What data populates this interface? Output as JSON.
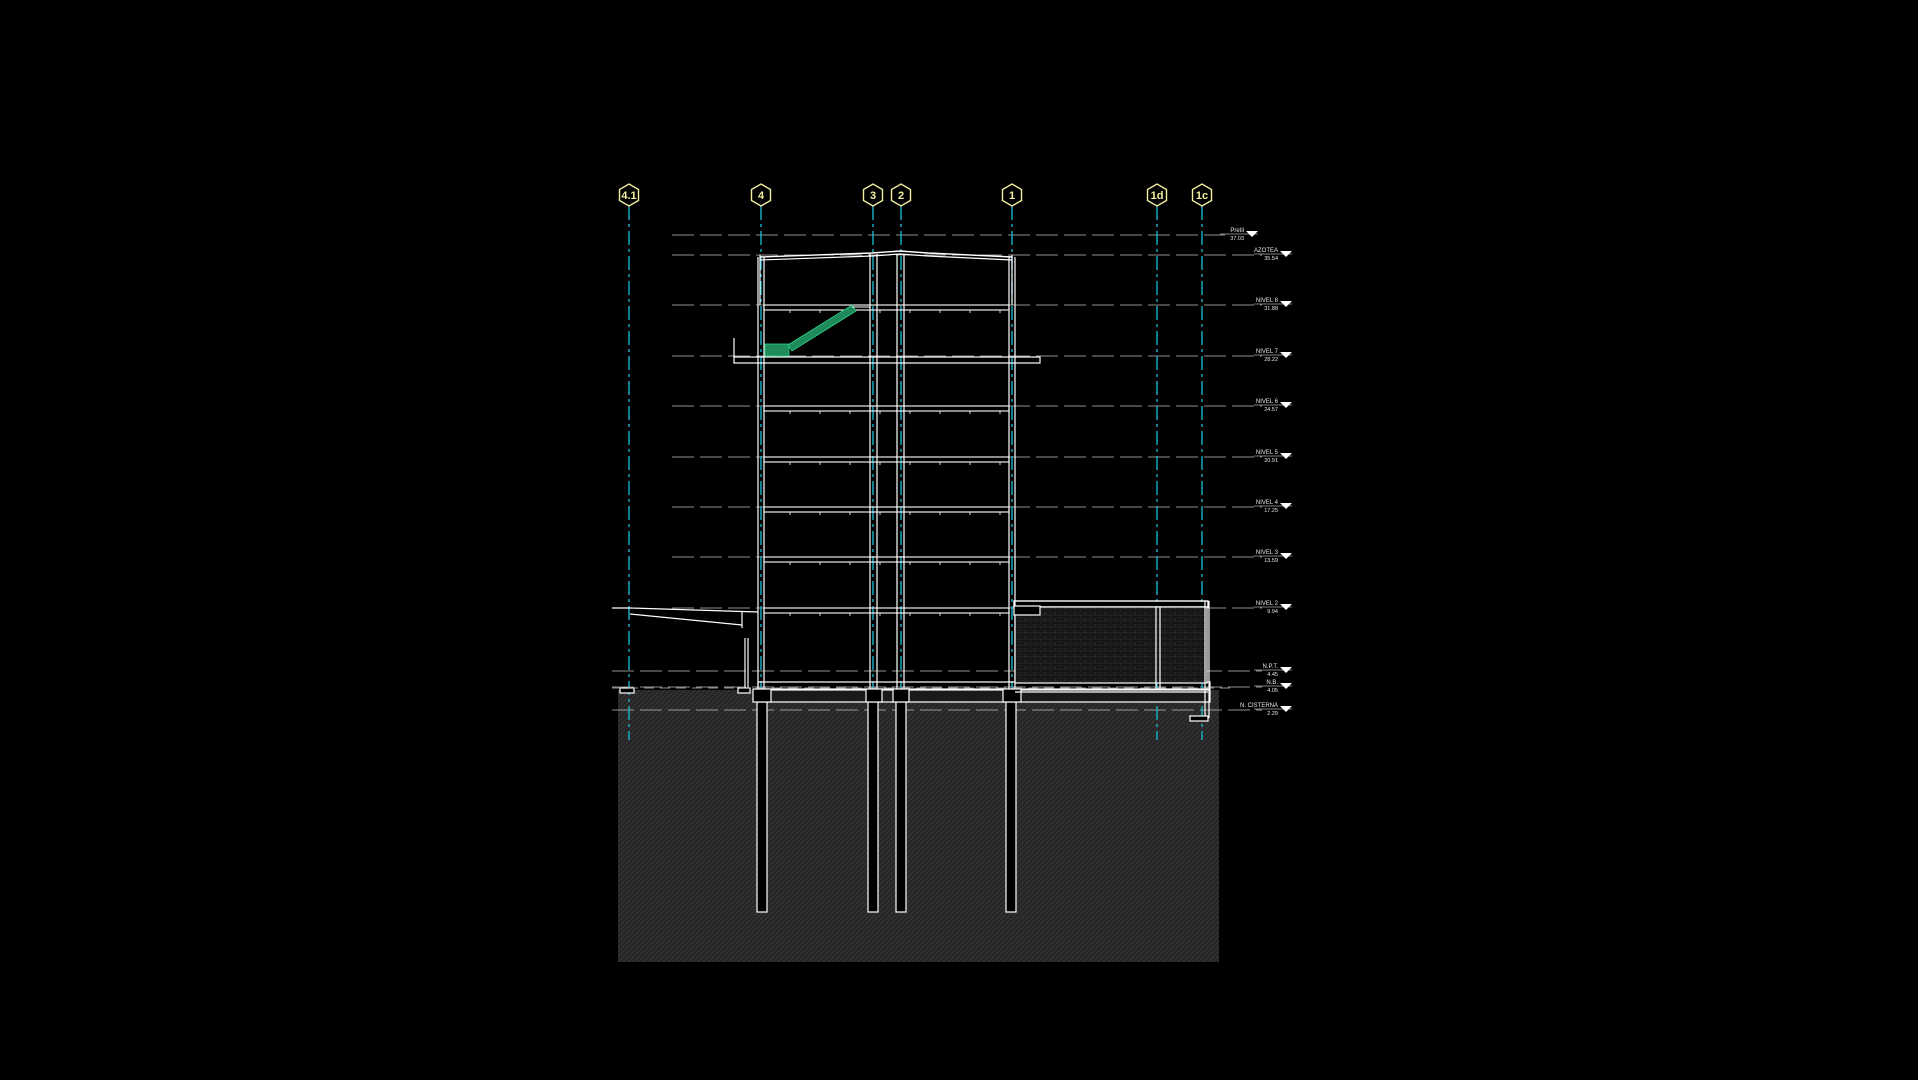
{
  "section": {
    "axes": [
      {
        "label": "4.1"
      },
      {
        "label": "4"
      },
      {
        "label": "3"
      },
      {
        "label": "2"
      },
      {
        "label": "1"
      },
      {
        "label": "1d"
      },
      {
        "label": "1c"
      }
    ],
    "levels": [
      {
        "name": "Pretil",
        "elevation": "37.03"
      },
      {
        "name": "AZOTEA",
        "elevation": "35.54"
      },
      {
        "name": "NIVEL 8",
        "elevation": "31.88"
      },
      {
        "name": "NIVEL 7",
        "elevation": "28.22"
      },
      {
        "name": "NIVEL 6",
        "elevation": "24.57"
      },
      {
        "name": "NIVEL 5",
        "elevation": "20.91"
      },
      {
        "name": "NIVEL 4",
        "elevation": "17.25"
      },
      {
        "name": "NIVEL 3",
        "elevation": "13.59"
      },
      {
        "name": "NIVEL 2",
        "elevation": "9.94"
      },
      {
        "name": "N.P.T.",
        "elevation": "4.45"
      },
      {
        "name": "N.B.",
        "elevation": "4.05"
      },
      {
        "name": "N. CISTERNA",
        "elevation": "2.29"
      }
    ],
    "colors": {
      "background": "#000000",
      "lines": "#ffffff",
      "axis": "#18b4c8",
      "axis_bubble": "#f3f0a0",
      "ground": "#2a2a2a",
      "stair": "#1f8a5a",
      "dashed": "#bfbfbf"
    }
  }
}
